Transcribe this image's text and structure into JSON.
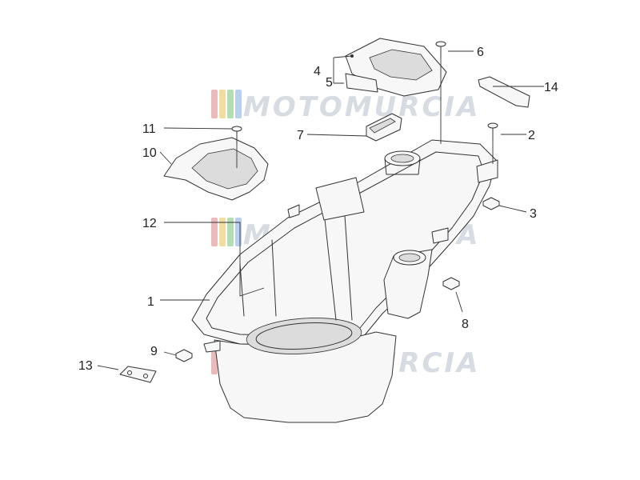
{
  "watermark": {
    "text": "MOTOMURCIA",
    "colors": [
      "#e8b0b0",
      "#f0d890",
      "#a8d8a8",
      "#b0c8e8"
    ],
    "text_color": "#cfd6de"
  },
  "callouts": {
    "c1": "1",
    "c2": "2",
    "c3": "3",
    "c4": "4",
    "c5": "5",
    "c6": "6",
    "c7": "7",
    "c8": "8",
    "c9": "9",
    "c10": "10",
    "c11": "11",
    "c12": "12",
    "c13": "13",
    "c14": "14"
  }
}
